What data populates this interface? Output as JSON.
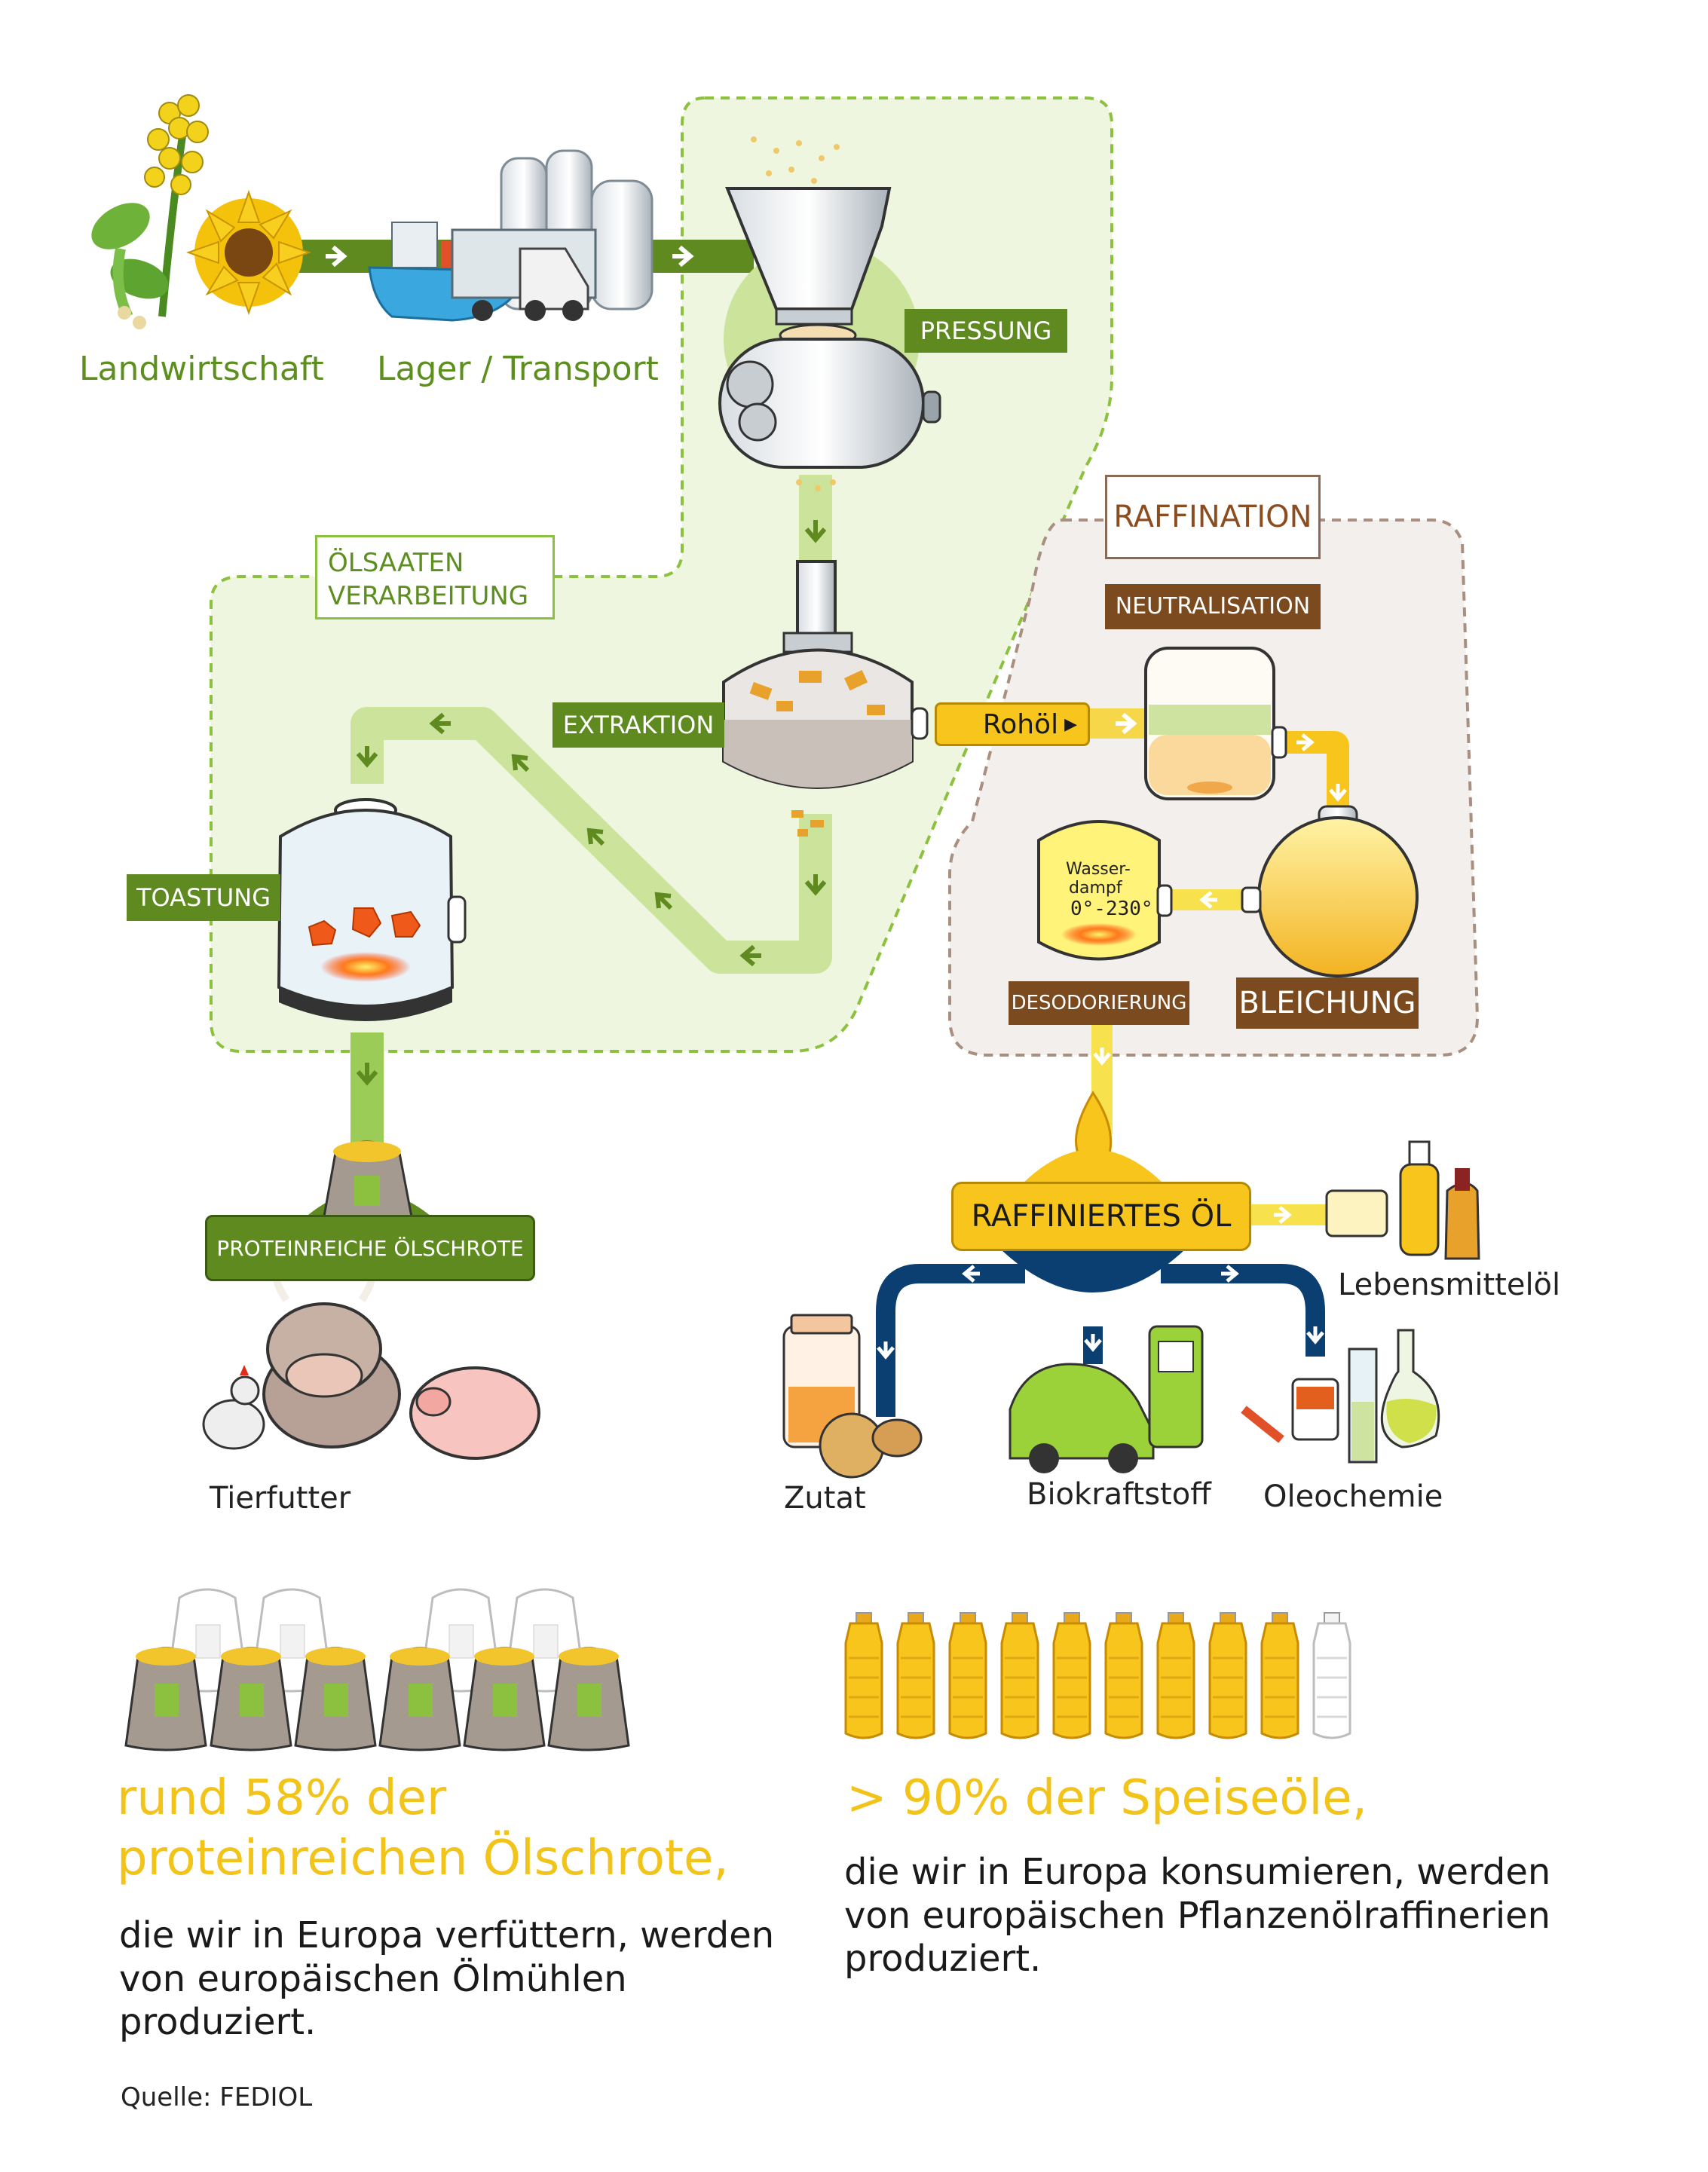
{
  "stages": {
    "agriculture": "Landwirtschaft",
    "storage_transport": "Lager / Transport",
    "processing_line1": "ÖLSAATEN",
    "processing_line2": "VERARBEITUNG",
    "pressing": "PRESSUNG",
    "extraction": "EXTRAKTION",
    "toasting": "TOASTUNG",
    "crude_oil": "Rohöl",
    "meal_label": "PROTEINREICHE ÖLSCHROTE"
  },
  "refining": {
    "title": "RAFFINATION",
    "neutralisation": "NEUTRALISATION",
    "bleaching": "BLEICHUNG",
    "deodorisation": "DESODORIERUNG",
    "steam_line1": "Wasser-",
    "steam_line2": "dampf",
    "steam_temp": "0°-230°",
    "refined_oil": "RAFFINIERTES ÖL"
  },
  "uses": {
    "feed": "Tierfutter",
    "food_oil": "Lebensmittelöl",
    "ingredient": "Zutat",
    "biofuel": "Biokraftstoff",
    "oleochemistry": "Oleochemie"
  },
  "stats": {
    "left_headline_1": "rund 58% der",
    "left_headline_2": "proteinreichen Ölschrote,",
    "left_body_1": "die wir in Europa verfüttern, werden",
    "left_body_2": "von europäischen Ölmühlen",
    "left_body_3": "produziert.",
    "right_headline": "> 90% der Speiseöle,",
    "right_body_1": "die wir in Europa konsumieren, werden",
    "right_body_2": "von europäischen Pflanzenölraffinerien",
    "right_body_3": "produziert.",
    "sacks_filled": 6,
    "sacks_total": 10,
    "bottles_filled": 9,
    "bottles_total": 10
  },
  "source": "Quelle: FEDIOL",
  "colors": {
    "green": "#5e8a1f",
    "light_green": "#d3e6ad",
    "brown": "#7b4a1f",
    "yellow": "#f7c51b",
    "navy": "#0b3f72"
  }
}
